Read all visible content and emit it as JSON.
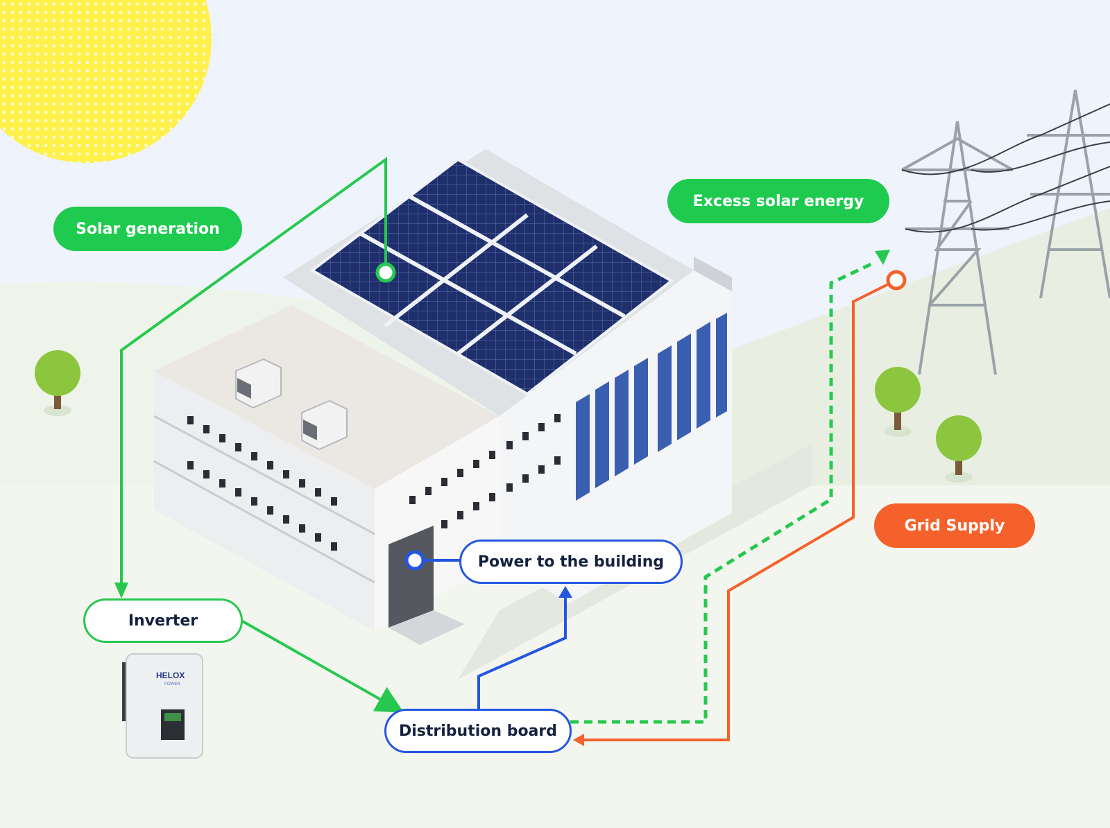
{
  "labels": {
    "solar_generation": "Solar generation",
    "excess_solar_energy": "Excess solar energy",
    "grid_supply": "Grid Supply",
    "inverter": "Inverter",
    "power_to_building": "Power to the building",
    "distribution_board": "Distribution board"
  },
  "inverter_device": {
    "brand": "HELOX",
    "sub_brand": "POWER"
  },
  "colors": {
    "solar_green": "#1ecb4f",
    "grid_orange": "#f5612b",
    "building_blue": "#2456e0",
    "panel_navy": "#1e2f6b",
    "sun_yellow": "#fff04a",
    "sky": "#eef3fc",
    "ground": "#f1f6ee"
  },
  "icons": [
    "sun",
    "solar-panels",
    "factory-building",
    "transmission-tower",
    "tree",
    "inverter-unit"
  ]
}
